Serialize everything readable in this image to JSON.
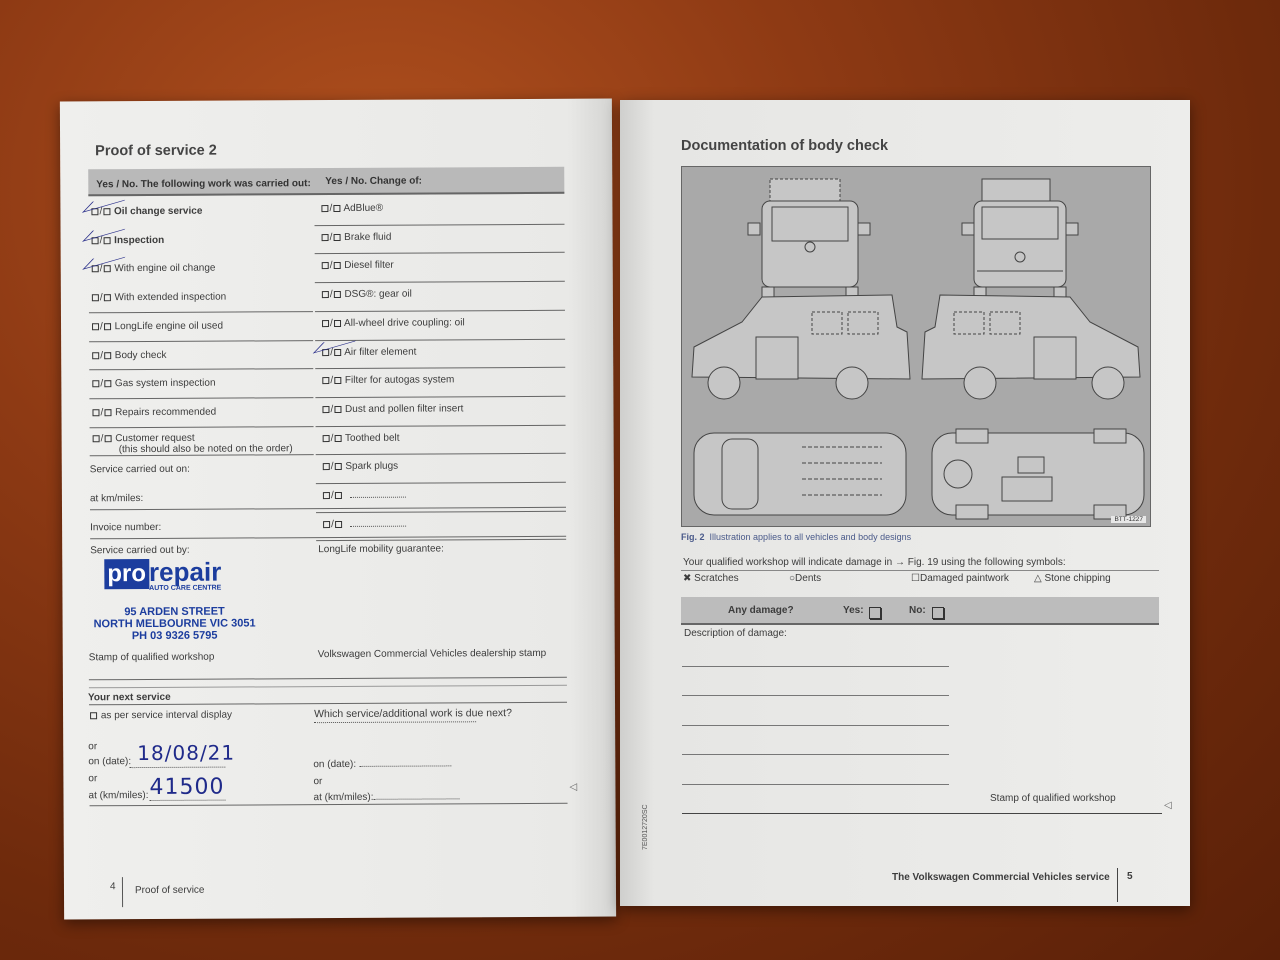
{
  "left_page": {
    "title": "Proof of service 2",
    "header_left": "Yes / No. The following work was carried out:",
    "header_right": "Yes / No. Change of:",
    "work_items": [
      {
        "label": "Oil change service",
        "bold": true,
        "checked": true
      },
      {
        "label": "Inspection",
        "bold": true,
        "checked": true
      },
      {
        "label": "With engine oil change",
        "checked": true
      },
      {
        "label": "With extended inspection",
        "checked": false
      },
      {
        "label": "LongLife engine oil used",
        "checked": false
      },
      {
        "label": "Body check",
        "checked": false
      },
      {
        "label": "Gas system inspection",
        "checked": false
      },
      {
        "label": "Repairs recommended",
        "checked": false
      },
      {
        "label": "Customer request",
        "sub": "(this should also be noted on the order)",
        "checked": false
      }
    ],
    "change_items": [
      {
        "label": "AdBlue®",
        "checked": false
      },
      {
        "label": "Brake fluid",
        "checked": false
      },
      {
        "label": "Diesel filter",
        "checked": false
      },
      {
        "label": "DSG®: gear oil",
        "checked": false
      },
      {
        "label": "All-wheel drive coupling: oil",
        "checked": false
      },
      {
        "label": "Air filter element",
        "checked": true
      },
      {
        "label": "Filter for autogas system",
        "checked": false
      },
      {
        "label": "Dust and pollen filter insert",
        "checked": false
      },
      {
        "label": "Toothed belt",
        "checked": false
      },
      {
        "label": "Spark plugs",
        "checked": false
      },
      {
        "label": "",
        "checked": false
      },
      {
        "label": "",
        "checked": false
      }
    ],
    "service_on": "Service carried out on:",
    "at_km": "at km/miles:",
    "invoice": "Invoice number:",
    "carried_by": "Service carried out by:",
    "longlife": "LongLife mobility guarantee:",
    "stamp": {
      "pro": "pro",
      "repair": "repair",
      "tagline": "AUTO CARE CENTRE",
      "line1": "95 ARDEN STREET",
      "line2": "NORTH MELBOURNE VIC 3051",
      "line3": "PH 03 9326 5795"
    },
    "stamp_label": "Stamp of qualified workshop",
    "dealer_stamp": "Volkswagen Commercial Vehicles dealership stamp",
    "next_service": "Your next service",
    "interval_display": "as per service interval display",
    "which_service": "Which service/additional work is due next?",
    "or": "or",
    "on_date": "on (date):",
    "at_kmm": "at (km/miles):",
    "handwritten_date": "18/08/21",
    "handwritten_km": "41500",
    "page_number": "4",
    "footer": "Proof of service"
  },
  "right_page": {
    "title": "Documentation of body check",
    "diagram_code": "BTT-1227",
    "fig_label": "Fig. 2",
    "fig_caption": "Illustration applies to all vehicles and body designs",
    "symbols_intro": "Your qualified workshop will indicate damage in → Fig. 19 using the following symbols:",
    "symbols": [
      {
        "glyph": "✖",
        "label": "Scratches"
      },
      {
        "glyph": "○",
        "label": "Dents"
      },
      {
        "glyph": "☐",
        "label": "Damaged paintwork"
      },
      {
        "glyph": "△",
        "label": "Stone chipping"
      }
    ],
    "any_damage": "Any damage?",
    "yes": "Yes:",
    "no": "No:",
    "description": "Description of damage:",
    "stamp_label": "Stamp of qualified workshop",
    "side_code": "7E0012720SC",
    "footer": "The Volkswagen Commercial Vehicles service",
    "page_number": "5"
  }
}
